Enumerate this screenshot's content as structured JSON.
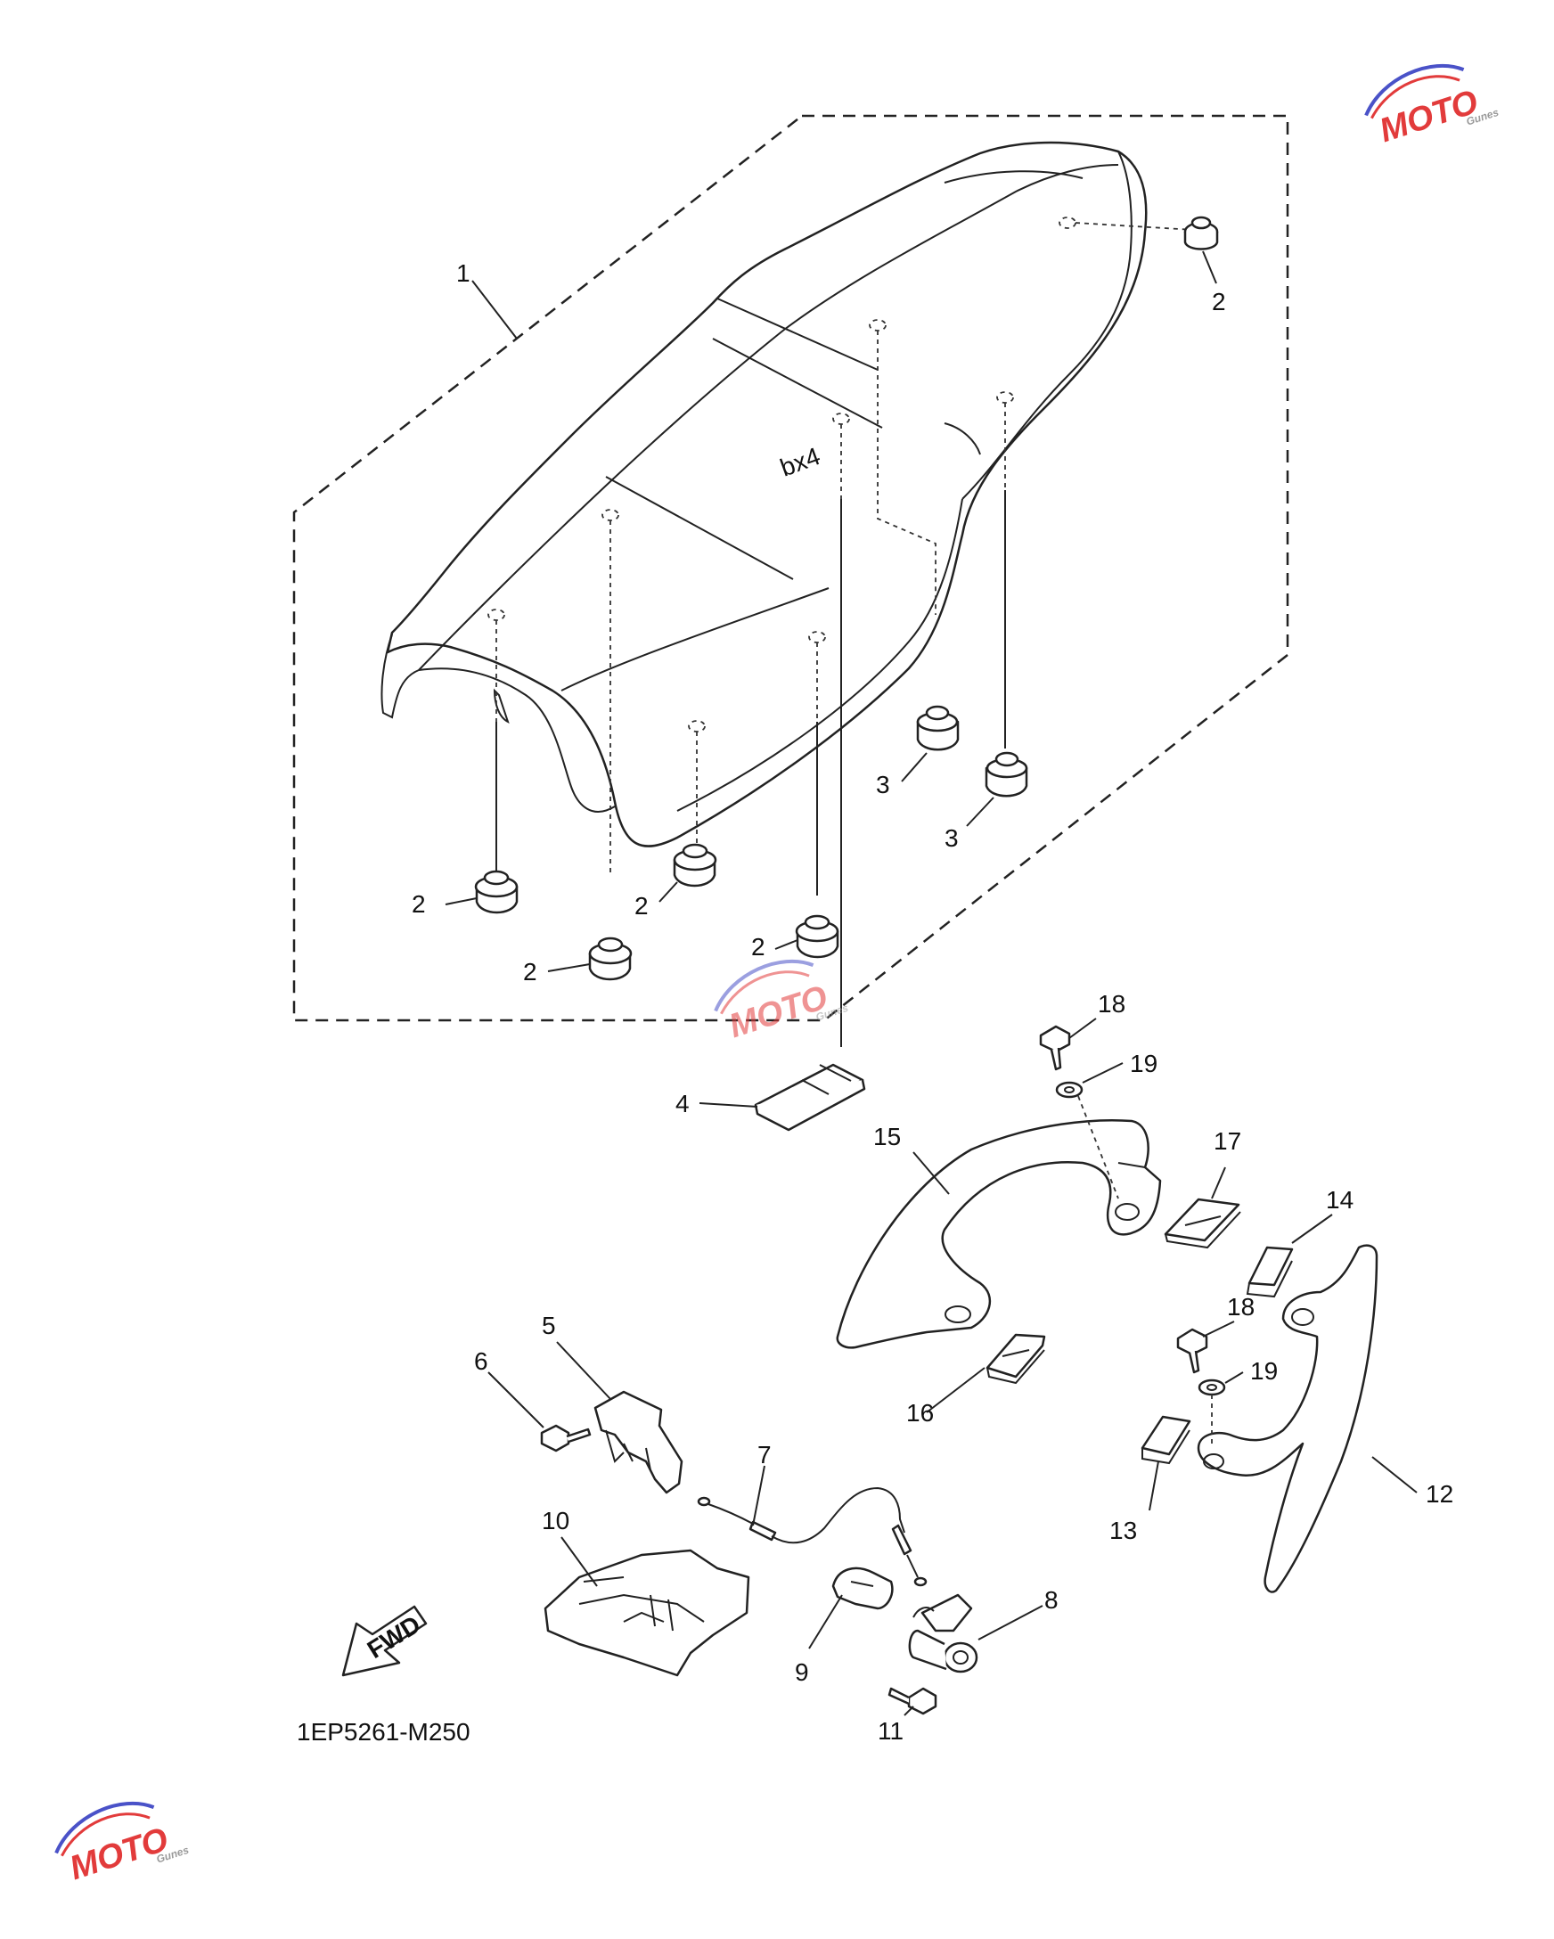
{
  "diagram": {
    "callouts": [
      {
        "id": "c1",
        "label": "1"
      },
      {
        "id": "c2a",
        "label": "2"
      },
      {
        "id": "c2b",
        "label": "2"
      },
      {
        "id": "c2c",
        "label": "2"
      },
      {
        "id": "c2d",
        "label": "2"
      },
      {
        "id": "c2e",
        "label": "2"
      },
      {
        "id": "c3a",
        "label": "3"
      },
      {
        "id": "c3b",
        "label": "3"
      },
      {
        "id": "c4",
        "label": "4"
      },
      {
        "id": "c5",
        "label": "5"
      },
      {
        "id": "c6",
        "label": "6"
      },
      {
        "id": "c7",
        "label": "7"
      },
      {
        "id": "c8",
        "label": "8"
      },
      {
        "id": "c9",
        "label": "9"
      },
      {
        "id": "c10",
        "label": "10"
      },
      {
        "id": "c11",
        "label": "11"
      },
      {
        "id": "c12",
        "label": "12"
      },
      {
        "id": "c13",
        "label": "13"
      },
      {
        "id": "c14",
        "label": "14"
      },
      {
        "id": "c15",
        "label": "15"
      },
      {
        "id": "c16",
        "label": "16"
      },
      {
        "id": "c17",
        "label": "17"
      },
      {
        "id": "c18a",
        "label": "18"
      },
      {
        "id": "c18b",
        "label": "18"
      },
      {
        "id": "c19a",
        "label": "19"
      },
      {
        "id": "c19b",
        "label": "19"
      }
    ],
    "fwd_label": "FWD",
    "diagram_code": "1EP5261-M250",
    "seat_tag": "bx4"
  },
  "watermark": {
    "brand": "MOTO",
    "sub": "Gunes",
    "colors": {
      "red": "#e23b3b",
      "blue": "#4a52c8",
      "gray": "#9a9a9a"
    }
  }
}
